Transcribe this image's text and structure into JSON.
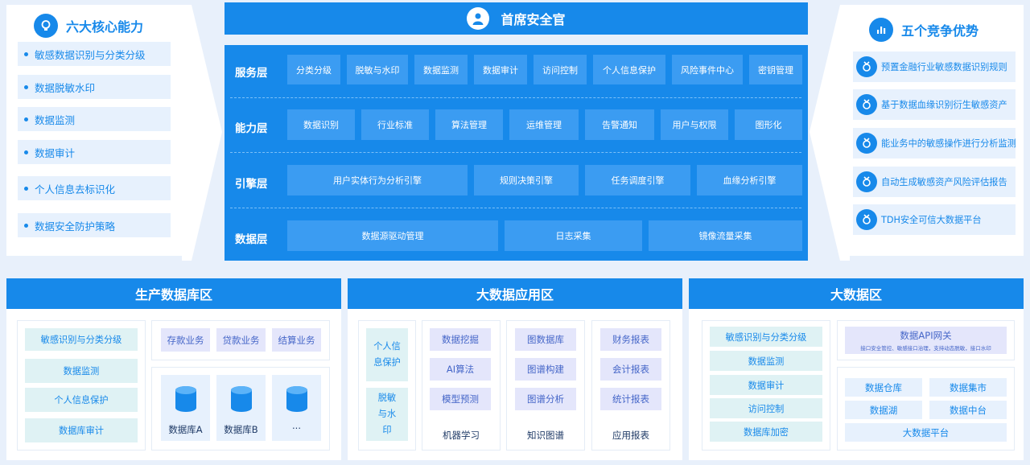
{
  "core": {
    "title": "六大核心能力",
    "items": [
      "敏感数据识别与分类分级",
      "数据脱敏水印",
      "数据监测",
      "数据审计",
      "个人信息去标识化",
      "数据安全防护策略"
    ]
  },
  "advantages": {
    "title": "五个竞争优势",
    "items": [
      "预置金融行业敏感数据识别规则",
      "基于数据血缘识别衍生敏感资产",
      "能业务中的敏感操作进行分析监测",
      "自动生成敏感资产风险评估报告",
      "TDH安全可信大数据平台"
    ]
  },
  "center": {
    "title": "首席安全官",
    "layers": [
      {
        "label": "服务层",
        "items": [
          "分类分级",
          "脱敏与水印",
          "数据监测",
          "数据审计",
          "访问控制",
          "个人信息保护",
          "风险事件中心",
          "密钥管理"
        ]
      },
      {
        "label": "能力层",
        "items": [
          "数据识别",
          "行业标准",
          "算法管理",
          "运维管理",
          "告警通知",
          "用户与权限",
          "图形化"
        ]
      },
      {
        "label": "引擎层",
        "items": [
          "用户实体行为分析引擎",
          "规则决策引擎",
          "任务调度引擎",
          "血缘分析引擎"
        ]
      },
      {
        "label": "数据层",
        "items": [
          "数据源驱动管理",
          "日志采集",
          "镜像流量采集"
        ]
      }
    ]
  },
  "prod_db": {
    "title": "生产数据库区",
    "features": [
      "敏感识别与分类分级",
      "数据监测",
      "个人信息保护",
      "数据库审计"
    ],
    "businesses": [
      "存款业务",
      "贷款业务",
      "结算业务"
    ],
    "databases": [
      "数据库A",
      "数据库B",
      "..."
    ]
  },
  "bigdata_app": {
    "title": "大数据应用区",
    "left_items": [
      "个人信息保护",
      "脱敏与水印"
    ],
    "columns": [
      {
        "items": [
          "数据挖掘",
          "AI算法",
          "模型预测"
        ],
        "caption": "机器学习"
      },
      {
        "items": [
          "图数据库",
          "图谱构建",
          "图谱分析"
        ],
        "caption": "知识图谱"
      },
      {
        "items": [
          "财务报表",
          "会计报表",
          "统计报表"
        ],
        "caption": "应用报表"
      }
    ]
  },
  "bigdata": {
    "title": "大数据区",
    "features": [
      "敏感识别与分类分级",
      "数据监测",
      "数据审计",
      "访问控制",
      "数据库加密"
    ],
    "gateway_title": "数据API网关",
    "gateway_sub": "接口安全管控、敏感接口治理，支持动态脱敏，接口水印",
    "grid": [
      "数据仓库",
      "数据集市",
      "数据湖",
      "数据中台"
    ],
    "platform": "大数据平台"
  },
  "colors": {
    "primary": "#1789ea",
    "layer": "#3b9cf2",
    "pale": "#e7f1fd",
    "teal": "#dff2f4",
    "purple": "#e4e6fb"
  }
}
